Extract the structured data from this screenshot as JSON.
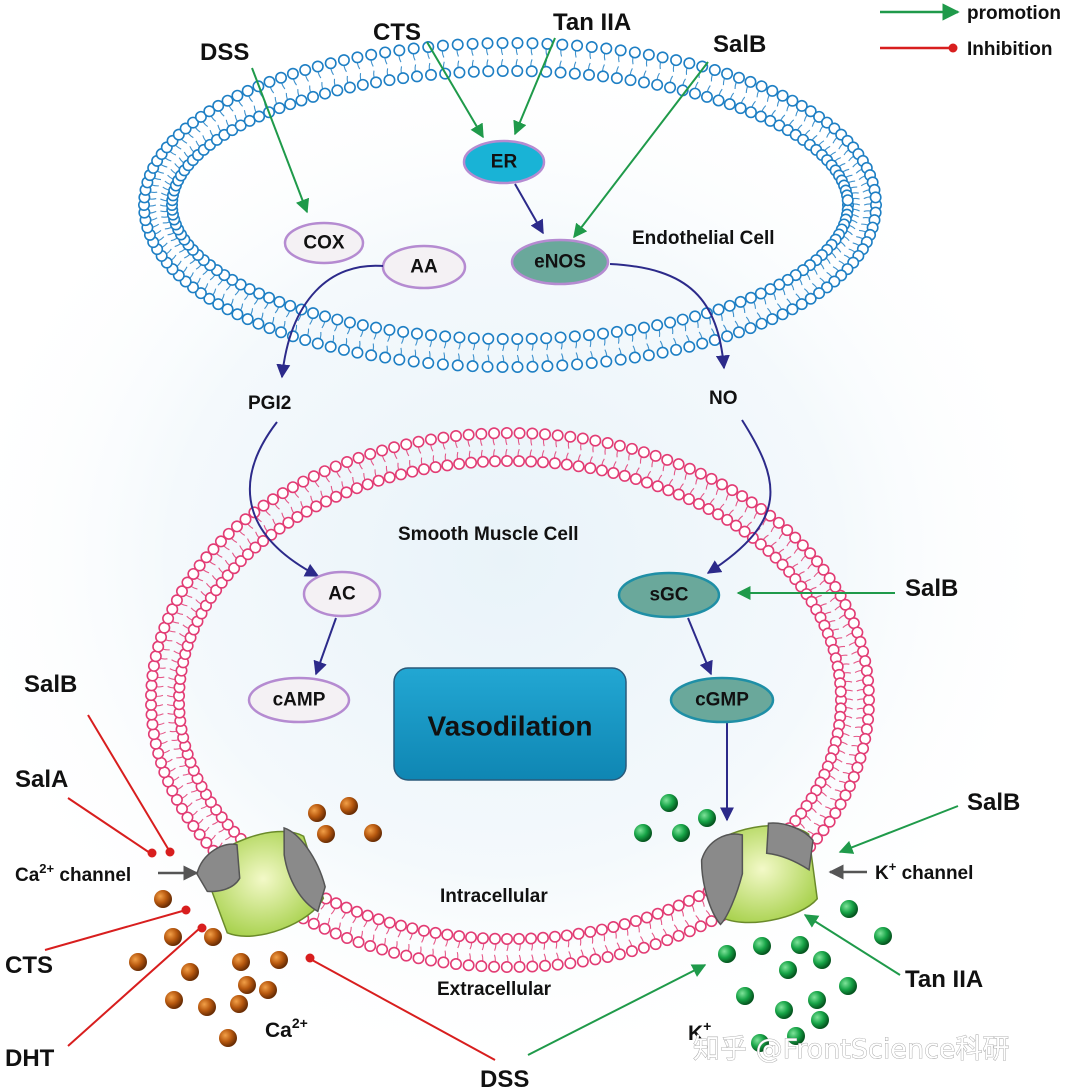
{
  "legend": {
    "promotion": "promotion",
    "inhibition": "Inhibition",
    "promotion_color": "#1f9a4a",
    "inhibition_color": "#d81e1e"
  },
  "cells": {
    "endothelial": "Endothelial Cell",
    "smooth_muscle": "Smooth Muscle Cell",
    "intracellular": "Intracellular",
    "extracellular": "Extracellular"
  },
  "nodes": {
    "er": "ER",
    "cox": "COX",
    "aa": "AA",
    "enos": "eNOS",
    "ac": "AC",
    "camp": "cAMP",
    "sgc": "sGC",
    "cgmp": "cGMP",
    "vasodilation": "Vasodilation"
  },
  "mediators": {
    "pgi2": "PGI2",
    "no": "NO"
  },
  "drugs": {
    "dss_top": "DSS",
    "cts_top": "CTS",
    "taniia_top": "Tan IIA",
    "salb_top": "SalB",
    "salb_sgc": "SalB",
    "salb_left": "SalB",
    "sala_left": "SalA",
    "cts_left": "CTS",
    "dht_left": "DHT",
    "dss_bottom": "DSS",
    "salb_right": "SalB",
    "taniia_right": "Tan IIA"
  },
  "channels": {
    "ca_channel_prefix": "Ca",
    "ca_channel_sup": "2+",
    "ca_channel_suffix": " channel",
    "k_channel_prefix": "K",
    "k_channel_sup": "+",
    "k_channel_suffix": " channel"
  },
  "ions": {
    "ca_prefix": "Ca",
    "ca_sup": "2+",
    "k_prefix": "K",
    "k_sup": "+"
  },
  "watermark": "知乎 @FrontScience科研",
  "colors": {
    "endothelial_membrane": "#1e7fc4",
    "smooth_membrane": "#e23c74",
    "pathway_arrow": "#2c2a8a",
    "er_fill": "#19b3d6",
    "node_green": "#6aa89b",
    "node_light": "#f4f1f4",
    "node_border": "#b58bd1",
    "vasodilation_fill": "#1796c1",
    "calcium_ion": "#b8590f",
    "potassium_ion": "#17a447",
    "channel_green": "#bfe06e",
    "channel_gray": "#8a8a8a"
  }
}
